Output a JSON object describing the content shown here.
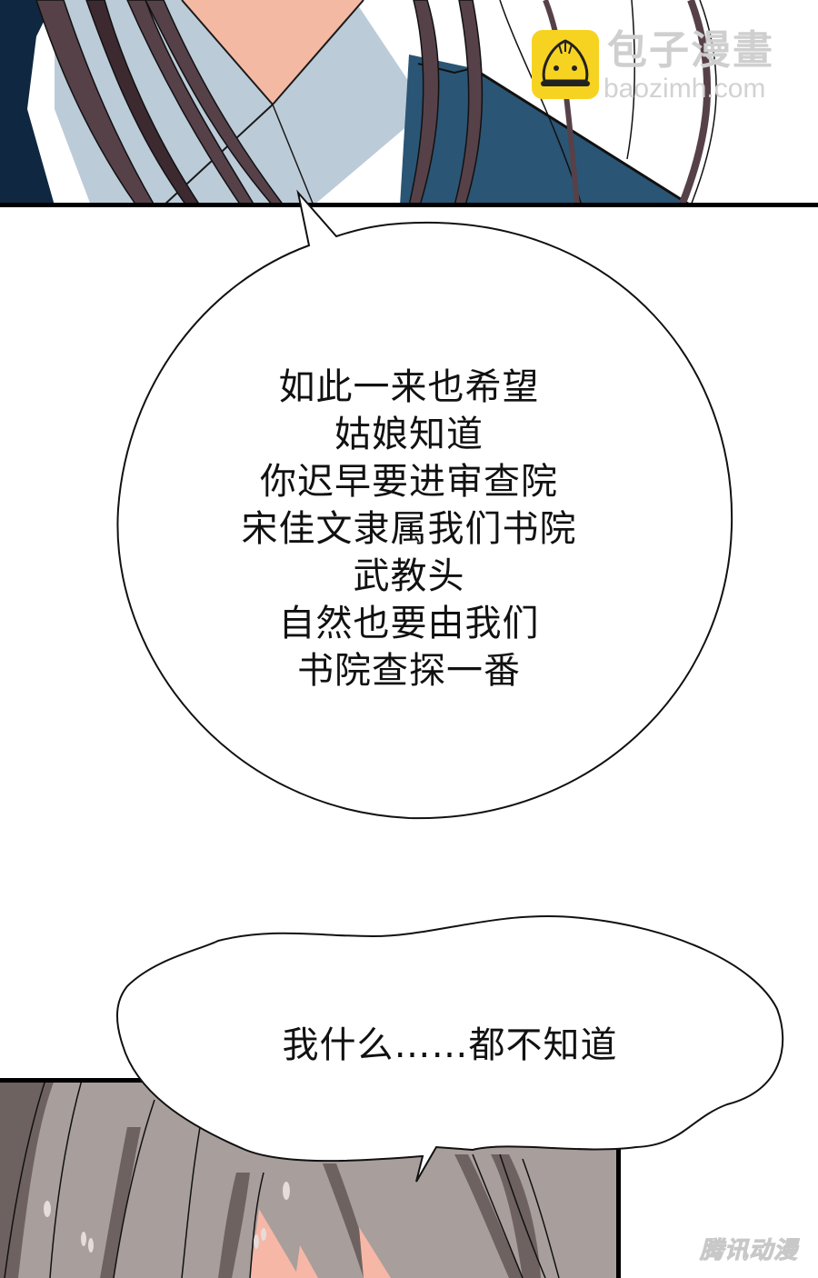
{
  "comic": {
    "panels": [
      {
        "id": "top-panel",
        "description": "character collar and hair close-up",
        "colors": {
          "robe_inner": "#bccbd8",
          "robe_outer": "#2a5575",
          "coat_dark": "#0f2740",
          "hair": "#574149",
          "skin": "#f4b9a3",
          "border": "#000000"
        }
      },
      {
        "id": "bottom-panel",
        "description": "grey-haired character head close-up",
        "colors": {
          "hair": "#a89e9c",
          "hair_shadow": "#6e6260",
          "skin": "#f6b7a6",
          "border": "#000000"
        }
      }
    ],
    "bubbles": [
      {
        "id": "speech-bubble-1",
        "lines": [
          "如此一来也希望",
          "姑娘知道",
          "你迟早要进审查院",
          "宋佳文隶属我们书院",
          "武教头",
          "自然也要由我们",
          "书院查探一番"
        ]
      },
      {
        "id": "speech-bubble-2",
        "lines": [
          "我什么……都不知道"
        ]
      }
    ]
  },
  "watermarks": {
    "site_title": "包子漫畫",
    "site_url": "baozimh.com",
    "logo_color": "#f7d321",
    "publisher": "腾讯动漫"
  }
}
